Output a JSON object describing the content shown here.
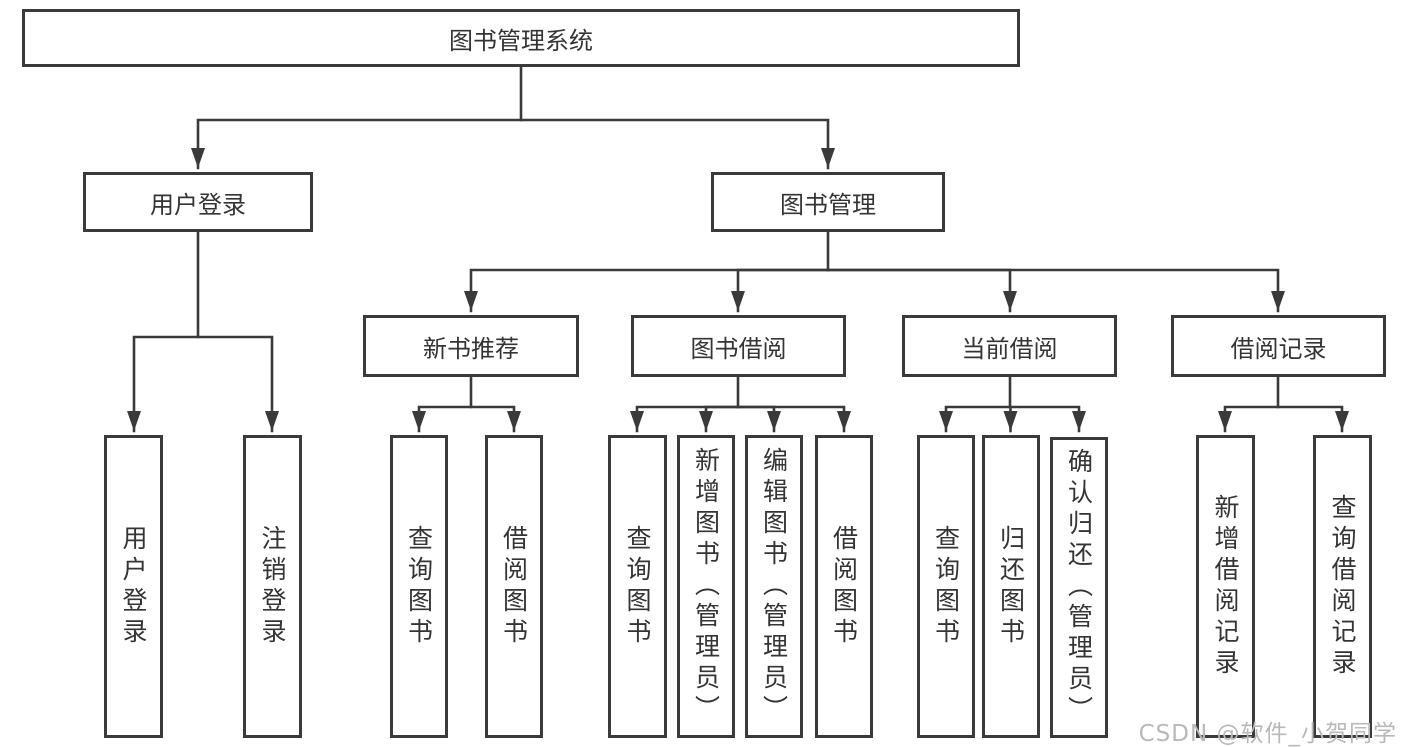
{
  "diagram_title": "图书管理系统",
  "tree": {
    "label": "图书管理系统",
    "children": [
      {
        "label": "用户登录",
        "children": [
          {
            "label": "用户登录"
          },
          {
            "label": "注销登录"
          }
        ]
      },
      {
        "label": "图书管理",
        "children": [
          {
            "label": "新书推荐",
            "children": [
              {
                "label": "查询图书"
              },
              {
                "label": "借阅图书"
              }
            ]
          },
          {
            "label": "图书借阅",
            "children": [
              {
                "label": "查询图书"
              },
              {
                "label": "新增图书（管理员）"
              },
              {
                "label": "编辑图书（管理员）"
              },
              {
                "label": "借阅图书"
              }
            ]
          },
          {
            "label": "当前借阅",
            "children": [
              {
                "label": "查询图书"
              },
              {
                "label": "归还图书"
              },
              {
                "label": "确认归还（管理员）"
              }
            ]
          },
          {
            "label": "借阅记录",
            "children": [
              {
                "label": "新增借阅记录"
              },
              {
                "label": "查询借阅记录"
              }
            ]
          }
        ]
      }
    ]
  },
  "watermark": {
    "text": "CSDN @软件_小贺同学"
  },
  "colors": {
    "line": "#3a3a3a",
    "box_border": "#3a3a3a",
    "text": "#343434",
    "watermark": "#b9b9b9",
    "background": "#ffffff"
  }
}
